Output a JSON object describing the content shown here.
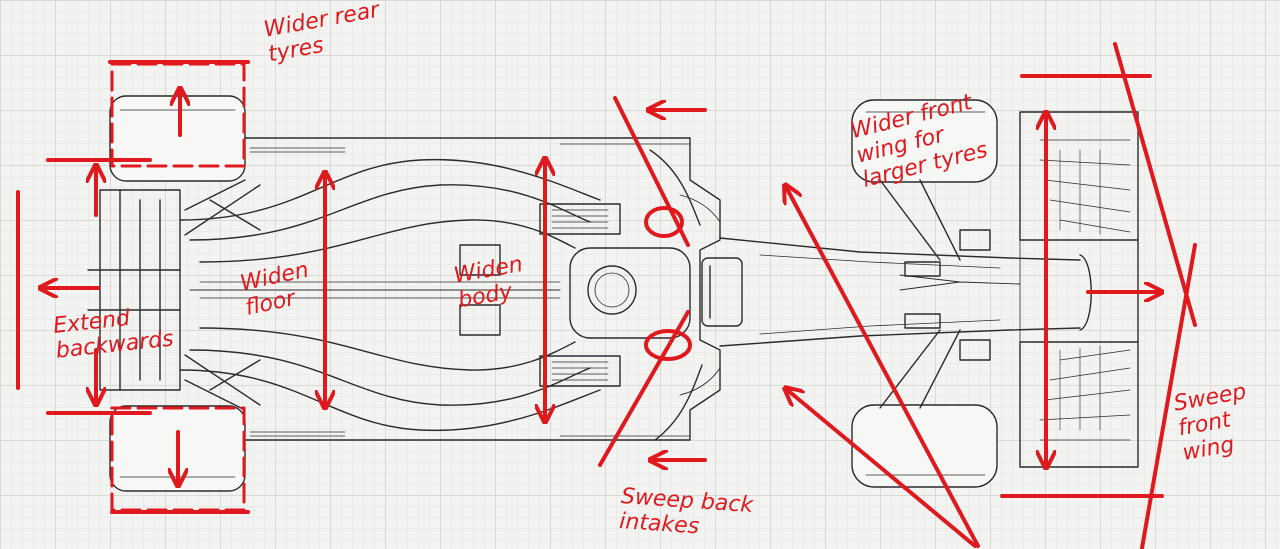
{
  "annotations": {
    "wider_rear_tyres": "Wider rear\ntyres",
    "extend_backwards": "Extend\nbackwards",
    "widen_floor": "Widen\nfloor",
    "widen_body": "Widen\nbody",
    "wider_front_wing": "Wider front\nwing for\nlarger tyres",
    "sweep_back_intakes": "Sweep back\nintakes",
    "sweep_front_wing": "Sweep\nfront\nwing"
  },
  "colors": {
    "annotation_red": "#e0191f",
    "drawing_line": "#2b2b2b",
    "paper": "#f3f3f1"
  }
}
